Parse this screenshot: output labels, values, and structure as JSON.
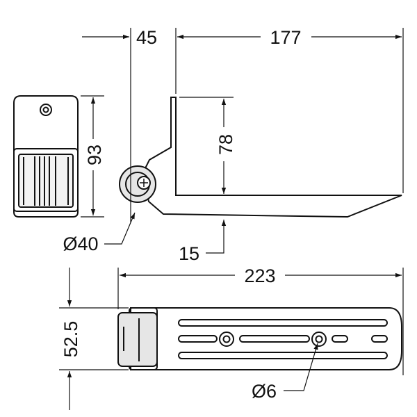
{
  "colors": {
    "line": "#111111",
    "dimension": "#111111",
    "background": "#ffffff",
    "wheel_fill": "#e6e6e6",
    "slot_fill": "#ffffff"
  },
  "dimensions": {
    "offset_width": "45",
    "bracket_length": "177",
    "mount_plate_height": "93",
    "bracket_height": "78",
    "wheel_diameter": "Ø40",
    "plate_thickness": "15",
    "overall_length": "223",
    "base_width": "52.5",
    "hole_diameter": "Ø6"
  }
}
